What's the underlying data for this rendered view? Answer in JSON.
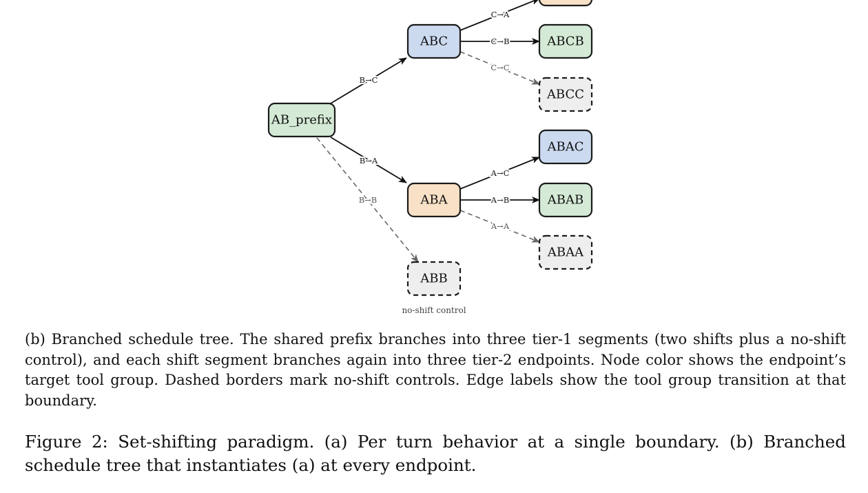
{
  "colors": {
    "green": "#d4ead6",
    "blue": "#ccdaf0",
    "orange": "#f8e1c6",
    "gray": "#eeeeee",
    "edge_solid": "#111111",
    "edge_dashed": "#666666"
  },
  "diagram": {
    "nodes": [
      {
        "id": "AB_prefix",
        "label": "AB_prefix",
        "color": "green",
        "dashed": false
      },
      {
        "id": "ABC",
        "label": "ABC",
        "color": "blue",
        "dashed": false
      },
      {
        "id": "ABA",
        "label": "ABA",
        "color": "orange",
        "dashed": false
      },
      {
        "id": "ABB",
        "label": "ABB",
        "color": "gray",
        "dashed": true
      },
      {
        "id": "ABCA",
        "label": "",
        "color": "orange",
        "dashed": false
      },
      {
        "id": "ABCB",
        "label": "ABCB",
        "color": "green",
        "dashed": false
      },
      {
        "id": "ABCC",
        "label": "ABCC",
        "color": "gray",
        "dashed": true
      },
      {
        "id": "ABAC",
        "label": "ABAC",
        "color": "blue",
        "dashed": false
      },
      {
        "id": "ABAB",
        "label": "ABAB",
        "color": "green",
        "dashed": false
      },
      {
        "id": "ABAA",
        "label": "ABAA",
        "color": "gray",
        "dashed": true
      }
    ],
    "edges": [
      {
        "from": "AB_prefix",
        "to": "ABC",
        "label": "B→C",
        "dashed": false
      },
      {
        "from": "AB_prefix",
        "to": "ABA",
        "label": "B→A",
        "dashed": false
      },
      {
        "from": "AB_prefix",
        "to": "ABB",
        "label": "B→B",
        "dashed": true
      },
      {
        "from": "ABC",
        "to": "ABCA",
        "label": "C→A",
        "dashed": false
      },
      {
        "from": "ABC",
        "to": "ABCB",
        "label": "C→B",
        "dashed": false
      },
      {
        "from": "ABC",
        "to": "ABCC",
        "label": "C→C",
        "dashed": true
      },
      {
        "from": "ABA",
        "to": "ABAC",
        "label": "A→C",
        "dashed": false
      },
      {
        "from": "ABA",
        "to": "ABAB",
        "label": "A→B",
        "dashed": false
      },
      {
        "from": "ABA",
        "to": "ABAA",
        "label": "A→A",
        "dashed": true
      }
    ],
    "control_note": "no-shift control"
  },
  "captions": {
    "subfigure": "(b) Branched schedule tree. The shared prefix branches into three tier-1 segments (two shifts plus a no-shift control), and each shift segment branches again into three tier-2 endpoints. Node color shows the endpoint’s target tool group. Dashed borders mark no-shift controls. Edge labels show the tool group transition at that boundary.",
    "figure": "Figure 2: Set-shifting paradigm. (a) Per turn behavior at a single boundary. (b) Branched schedule tree that instantiates (a) at every endpoint."
  }
}
